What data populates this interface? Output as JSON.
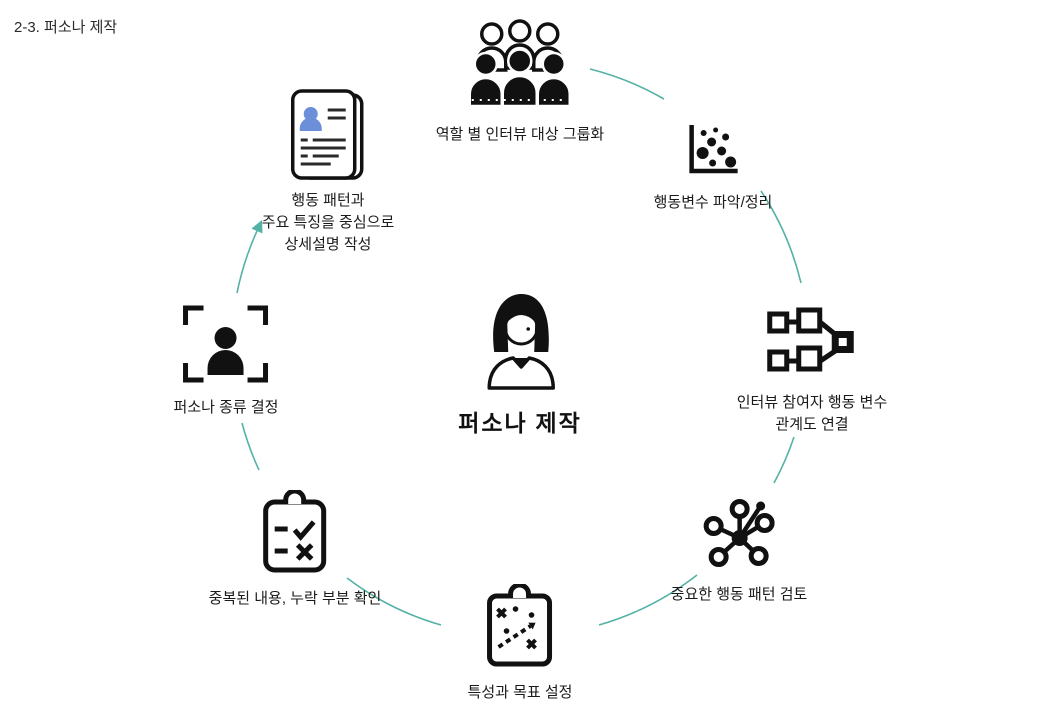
{
  "page": {
    "title": "2-3. 퍼소나 제작"
  },
  "center": {
    "label": "퍼소나 제작"
  },
  "steps": [
    {
      "label": "역할 별 인터뷰 대상 그룹화"
    },
    {
      "label": "행동변수 파악/정리"
    },
    {
      "label": "인터뷰 참여자 행동 변수\n관계도 연결"
    },
    {
      "label": "중요한 행동 패턴 검토"
    },
    {
      "label": "특성과 목표 설정"
    },
    {
      "label": "중복된 내용, 누락 부분 확인"
    },
    {
      "label": "퍼소나 종류 결정"
    },
    {
      "label": "행동 패턴과\n주요 특징을 중심으로\n상세설명 작성"
    }
  ],
  "colors": {
    "arc": "#54b2a5",
    "icon_stroke": "#111111",
    "avatar_blue": "#6b8fd8",
    "text": "#1b1b1b"
  }
}
